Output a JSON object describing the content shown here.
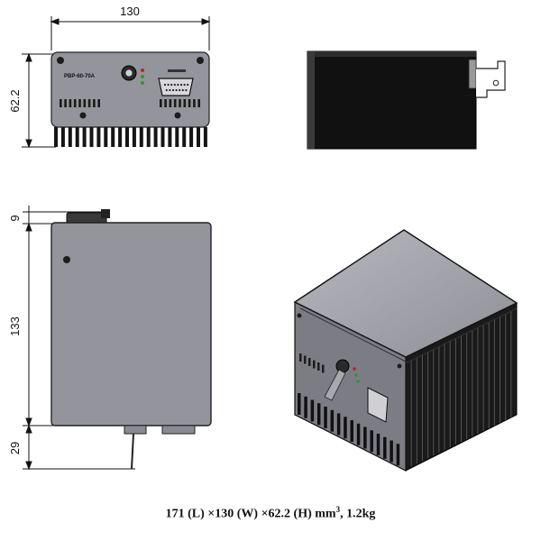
{
  "dimensions": {
    "front_width": "130",
    "front_height": "62.2",
    "top_offset": "9",
    "top_length": "133",
    "bottom_offset": "29"
  },
  "front_label": "PBP-60-70A",
  "caption": {
    "prefix": "171 (L) ×130 (W) ×62.2 (H) mm",
    "superscript": "3",
    "suffix": ", 1.2kg"
  },
  "colors": {
    "panel": "#94949c",
    "panel_dark": "#7c7c84",
    "body_black": "#111111",
    "top_gray": "#a7a7ae",
    "edge": "#222222"
  }
}
